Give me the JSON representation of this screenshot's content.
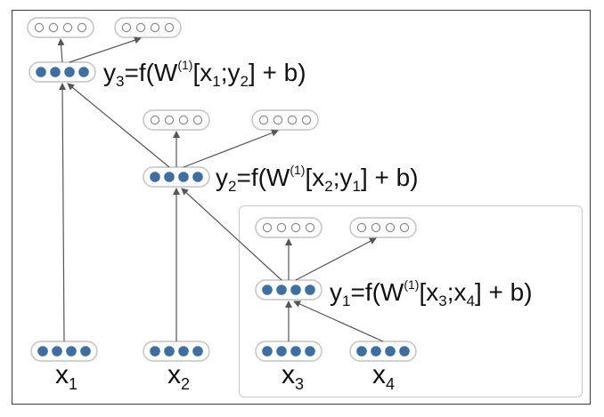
{
  "diagram": {
    "inputs": [
      {
        "base": "x",
        "sub": "1"
      },
      {
        "base": "x",
        "sub": "2"
      },
      {
        "base": "x",
        "sub": "3"
      },
      {
        "base": "x",
        "sub": "4"
      }
    ],
    "equations": [
      {
        "lhs": "y",
        "lhs_sub": "3",
        "f_open": "=f(W",
        "sup": "(1)",
        "bracket_open": "[x",
        "a_sub": "1",
        "sep": ";y",
        "b_sub": "2",
        "tail": "] + b)"
      },
      {
        "lhs": "y",
        "lhs_sub": "2",
        "f_open": "=f(W",
        "sup": "(1)",
        "bracket_open": "[x",
        "a_sub": "2",
        "sep": ";y",
        "b_sub": "1",
        "tail": "] + b)"
      },
      {
        "lhs": "y",
        "lhs_sub": "1",
        "f_open": "=f(W",
        "sup": "(1)",
        "bracket_open": "[x",
        "a_sub": "3",
        "sep": ";x",
        "b_sub": "4",
        "tail": "] + b)"
      }
    ],
    "colors": {
      "filled_node": "#3f6fa0",
      "empty_node": "#ffffff",
      "node_stroke": "#8a8a8a",
      "arrow": "#555555"
    }
  }
}
